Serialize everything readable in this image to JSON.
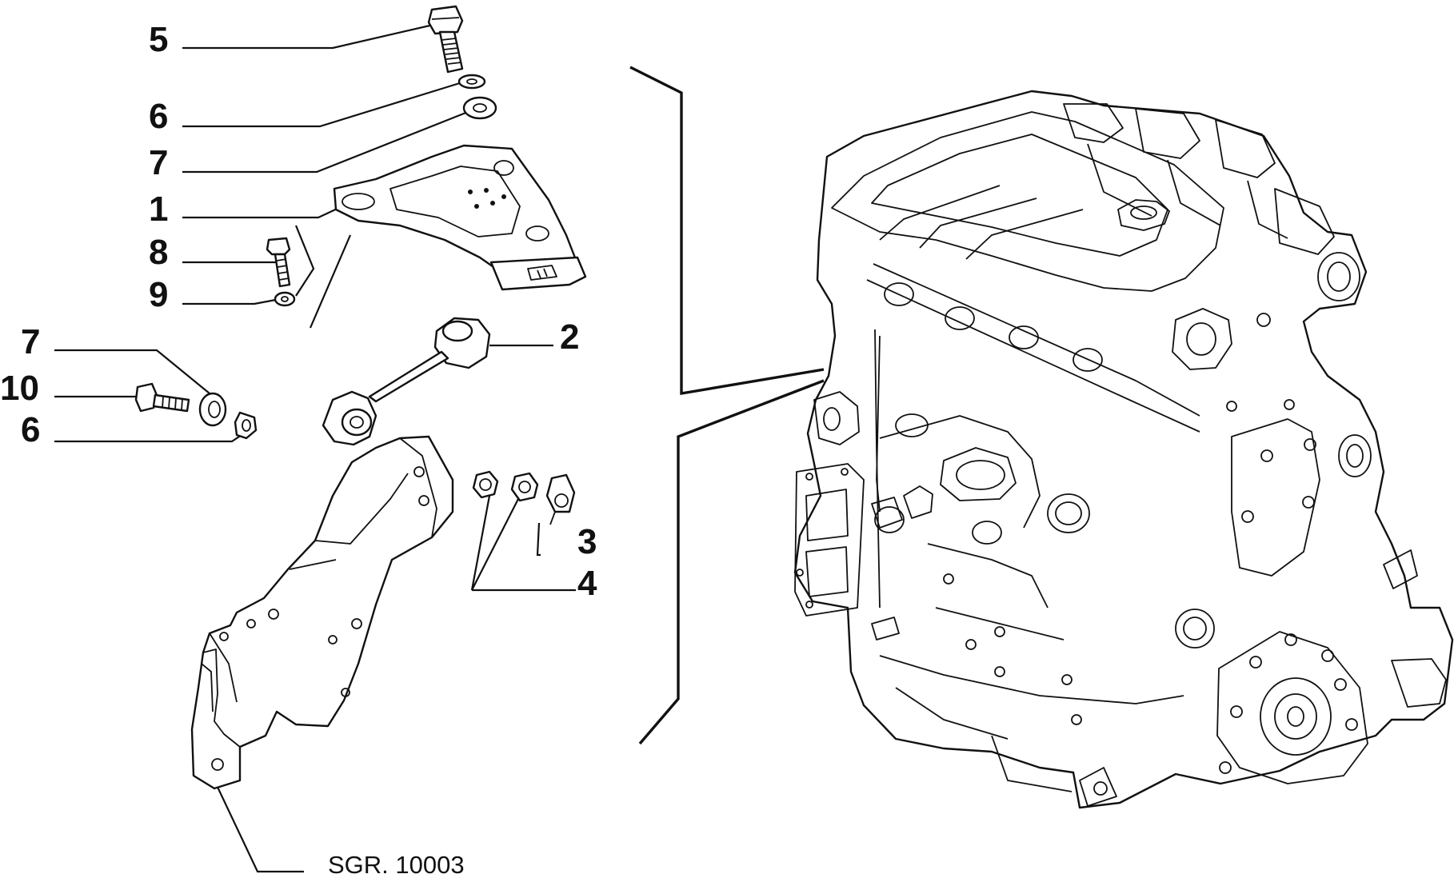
{
  "callouts": {
    "c5": "5",
    "c6a": "6",
    "c7a": "7",
    "c1": "1",
    "c8": "8",
    "c9": "9",
    "c2": "2",
    "c7b": "7",
    "c10": "10",
    "c6b": "6",
    "c3": "3",
    "c4": "4"
  },
  "reference": "SGR. 10003"
}
